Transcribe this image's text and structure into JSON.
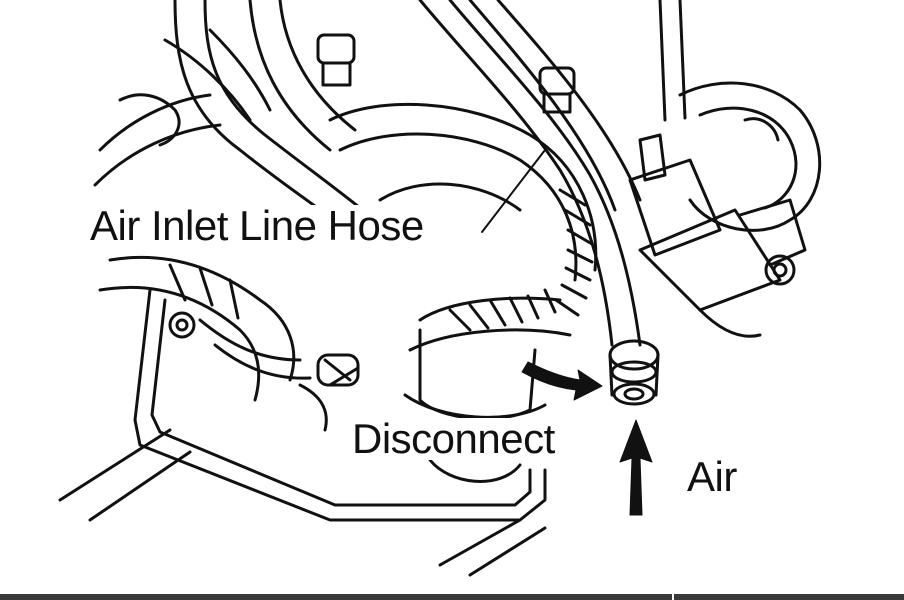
{
  "labels": {
    "hose": "Air Inlet Line Hose",
    "disconnect": "Disconnect",
    "air": "Air"
  },
  "colors": {
    "line": "#111111",
    "background": "#ffffff",
    "bottom_bar": "#3a3a3a"
  }
}
